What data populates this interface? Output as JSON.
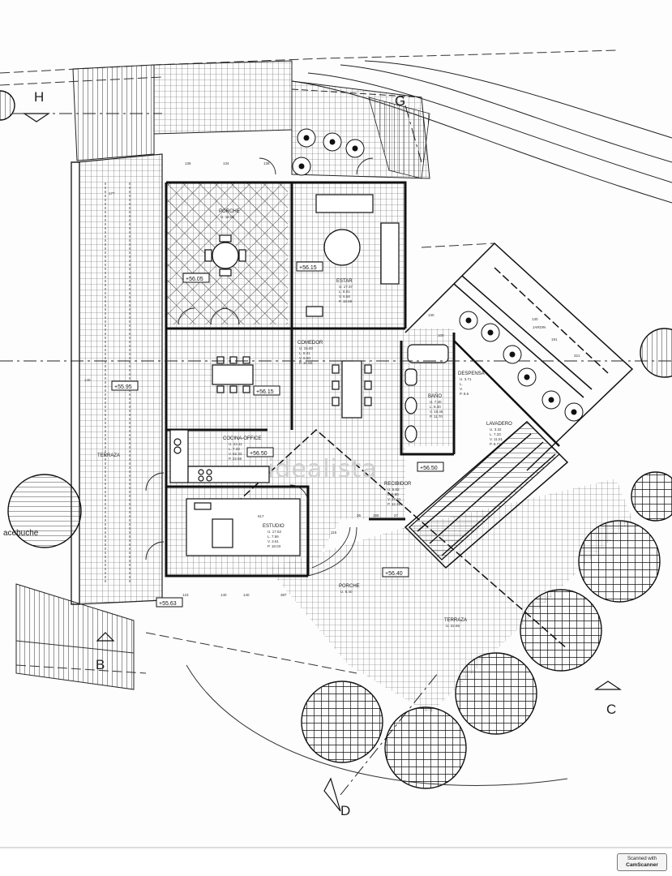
{
  "section_marks": {
    "h": "H",
    "g": "G",
    "b": "B",
    "c": "C",
    "d": "D"
  },
  "tree_label": "acebuche",
  "watermark": "idealista",
  "rooms": {
    "porche_top": {
      "name": "PORCHE",
      "meta": [
        "U. 18.66"
      ]
    },
    "estar": {
      "name": "ESTAR",
      "meta": [
        "U. 17.37",
        "L. 8.61",
        "V. 6.68",
        "P. 18.69"
      ]
    },
    "comedor": {
      "name": "COMEDOR",
      "meta": [
        "U. 15.60",
        "L. 8.41",
        "V. 6.60",
        "P. 15.65"
      ]
    },
    "cocina": {
      "name": "COCINA-OFFICE",
      "meta": [
        "U. 23.11",
        "L. 7.33",
        "V. 62.33",
        "P. 22.66"
      ]
    },
    "bano": {
      "name": "BAÑO",
      "meta": [
        "U. 7.30",
        "L. 6.40",
        "V. 19.46",
        "P. 11.70"
      ]
    },
    "despensa": {
      "name": "DESPENSA",
      "meta": [
        "U. 3.71",
        "L.",
        "V.",
        "P. 8.6"
      ]
    },
    "lavadero": {
      "name": "LAVADERO",
      "meta": [
        "U. 3.32",
        "L. 7.33",
        "V. 11.51",
        "P. 8.71"
      ]
    },
    "recibidor": {
      "name": "RECIBIDOR",
      "meta": [
        "U. 6.83",
        "L. 6.60",
        "V. 20.61",
        "P. 12.39"
      ]
    },
    "estudio": {
      "name": "ESTUDIO",
      "meta": [
        "U. 17.52",
        "L. 7.56",
        "V. 3.61",
        "P. 18.03"
      ]
    },
    "porche_bottom": {
      "name": "PORCHE",
      "meta": [
        "U. 8.40"
      ]
    },
    "terraza_left": {
      "name": "TERRAZA",
      "meta": []
    },
    "terraza_right": {
      "name": "TERRAZA",
      "meta": [
        "U. 22.65"
      ]
    },
    "jardin": {
      "name": "JARDIN",
      "meta": []
    }
  },
  "levels": {
    "porche": "+56.05",
    "estar": "+56.15",
    "comedor": "+56.15",
    "terraza": "+55.95",
    "cocina": "+56.50",
    "recibidor": "+56.50",
    "porche_entry": "+56.40",
    "exterior": "+55.63"
  },
  "dimensions": [
    "136",
    "134",
    "136",
    "130",
    "100",
    "617",
    "115",
    "36",
    "155",
    "27",
    "140",
    "123",
    "140",
    "140",
    "387",
    "177",
    "191",
    "321",
    "130"
  ],
  "scanner_badge": {
    "line1": "Scanned with",
    "line2": "CamScanner"
  }
}
